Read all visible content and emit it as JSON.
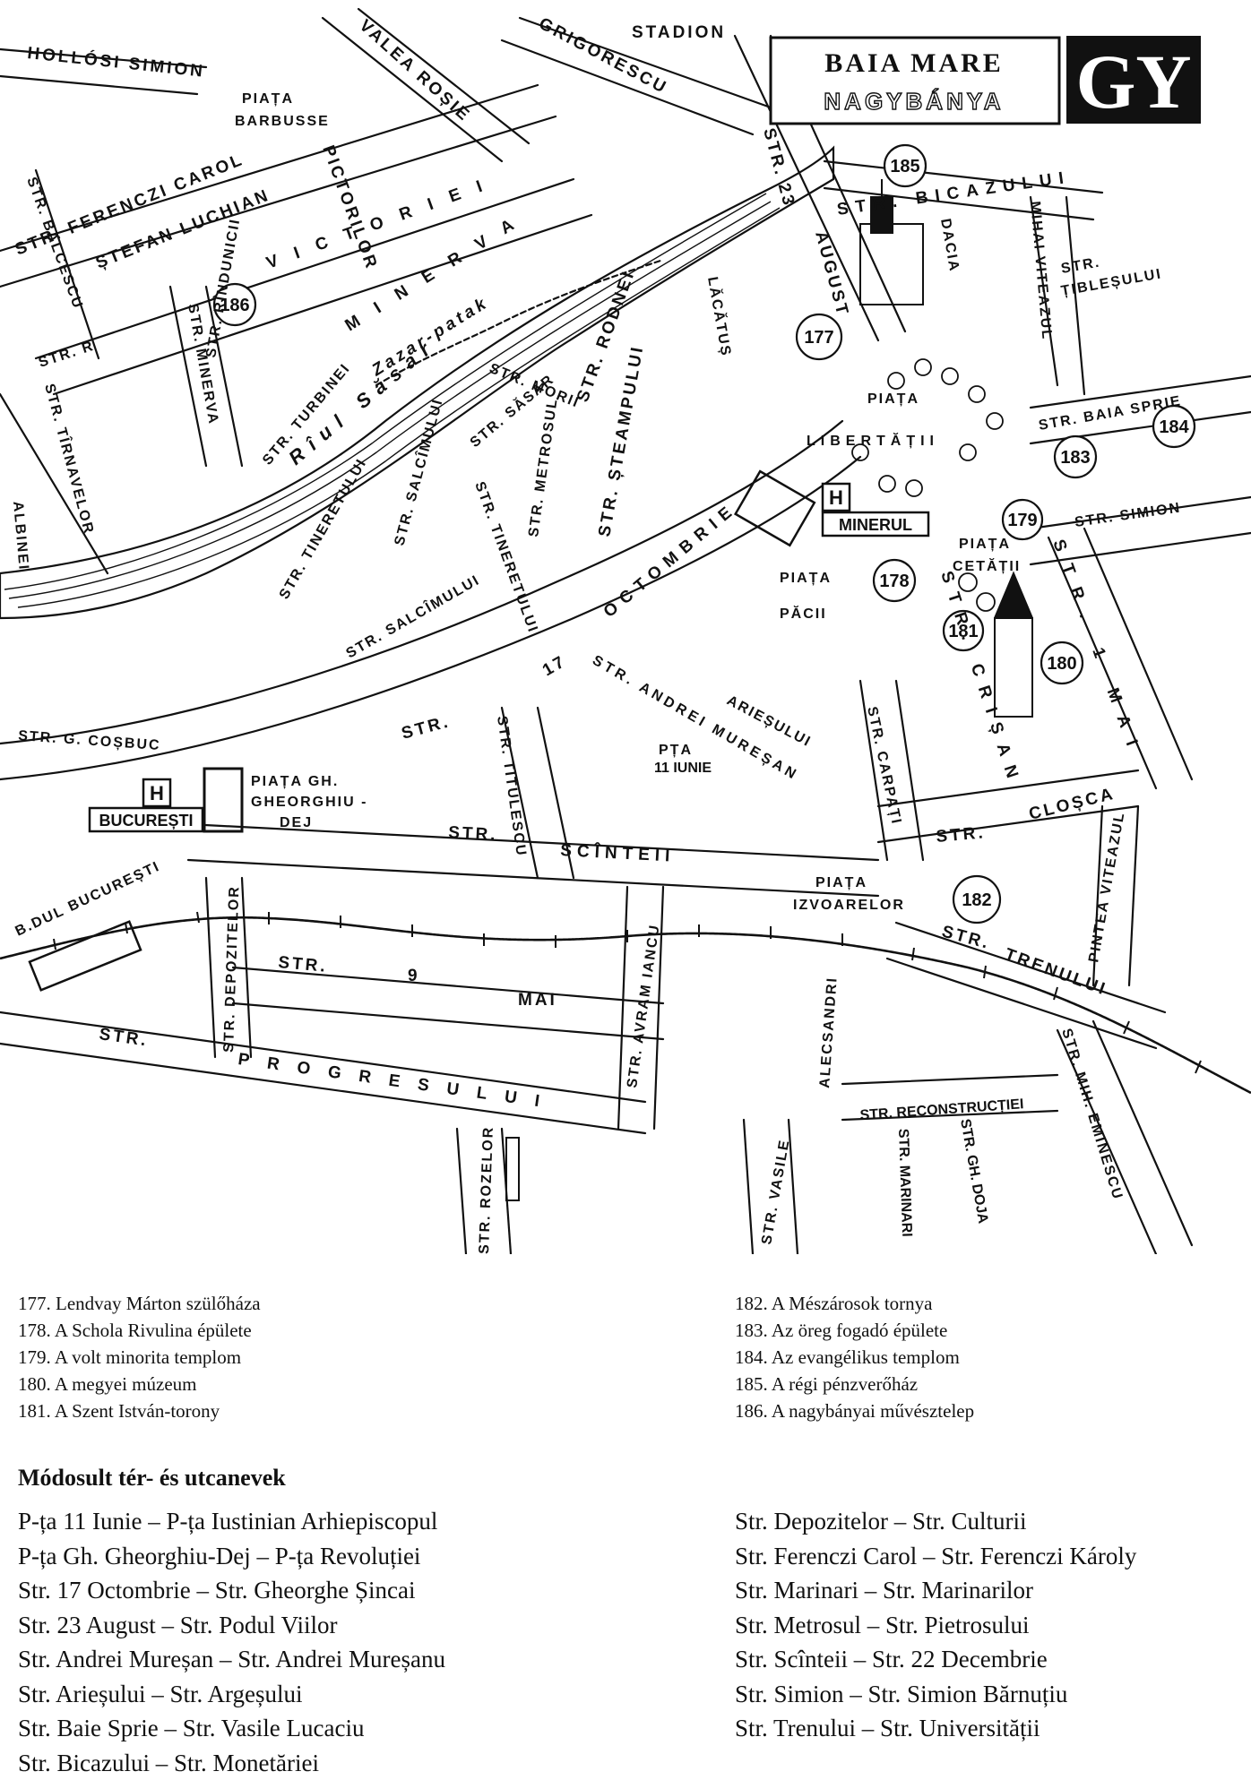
{
  "title": {
    "main": "BAIA MARE",
    "sub": "NAGYBÁNYA",
    "badge": "GY"
  },
  "streets": {
    "hollosi": "HOLLÓSI SIMION",
    "piata_barbusse_1": "PIAȚA",
    "piata_barbusse_2": "BARBUSSE",
    "valea_rosie": "VALEA ROȘIE",
    "grigorescu": "GRIGORESCU",
    "stadion": "STADION",
    "ferenczi": "STR. FERENCZI CAROL",
    "balcescu": "STR. BALCESCU",
    "stefan_luchian": "ȘTEFAN LUCHIAN",
    "pictorilor": "PICTORILOR",
    "victoriei": "VICTORIEI",
    "str_23": "STR. 23",
    "august": "AUGUST",
    "bicazului": "STR. BICAZULUI",
    "mihai_viteazul": "MIHAI VITEAZUL",
    "dacia": "DACIA",
    "tiblesului_1": "STR.",
    "tiblesului_2": "ȚIBLEȘULUI",
    "minerva": "MINERVA",
    "str_minerva": "STR. MINERVA",
    "rindunicii": "STR. RÎNDUNICII",
    "zazar": "Zazar-patak",
    "riul_sasar": "Rîul Săsar",
    "rodnei": "STR. RODNEI",
    "lacatus": "LĂCĂTUȘ",
    "str_r": "STR. R",
    "turbinei": "STR. TURBINEI",
    "tirnavelor": "STR. TÎRNAVELOR",
    "albinei": "ALBINEI",
    "morii": "STR. MORII",
    "steampului": "STR. ȘTEAMPULUI",
    "piata_libertatii_1": "PIAȚA",
    "piata_libertatii_2": "LIBERTĂȚII",
    "baia_sprie": "STR. BAIA SPRIE",
    "simion": "STR. SIMION",
    "sasar": "STR. SĂSAR",
    "metrosul": "STR. METROSUL",
    "tineretului_a": "STR. TINERETULUI",
    "tineretului_b": "STR. TINERETULUI",
    "salcimului_a": "STR. SALCÎMULUI",
    "salcimului_b": "STR. SALCÎMULUI",
    "octombrie": "OCTOMBRIE",
    "nr_17": "17",
    "str_17": "STR.",
    "minerul": "MINERUL",
    "hotel_h": "H",
    "piata_pacii_1": "PIAȚA",
    "piata_pacii_2": "PĂCII",
    "piata_cetatii_1": "PIAȚA",
    "piata_cetatii_2": "CETĂȚII",
    "crisan": "STR. CRIȘAN",
    "unu_mai": "STR. 1 MAI",
    "andrei_muresan": "STR. ANDREI MUREȘAN",
    "ariesului": "ARIEȘULUI",
    "pta_1": "PȚA",
    "pta_2": "11 IUNIE",
    "carpati": "STR. CARPAȚI",
    "closca": "CLOȘCA",
    "str_closca": "STR.",
    "g_cosbuc": "STR. G. COȘBUC",
    "bucuresti_hotel": "BUCUREȘTI",
    "piata_gh_1": "PIAȚA GH.",
    "piata_gh_2": "GHEORGHIU -",
    "piata_gh_3": "DEJ",
    "titulescu": "STR. TITULESCU",
    "str_scinteii": "STR.",
    "scinteii": "SCÎNTEII",
    "piata_izv_1": "PIAȚA",
    "piata_izv_2": "IZVOARELOR",
    "pintea": "PINTEA VITEAZUL",
    "trenului": "TRENULUI",
    "str_trenului": "STR.",
    "bdul_bucuresti": "B.DUL BUCUREȘTI",
    "depozitelor": "STR. DEPOZITELOR",
    "str_9": "STR.",
    "nr_9": "9",
    "mai": "MAI",
    "avram_iancu": "STR. AVRAM IANCU",
    "alecsandri": "ALECSANDRI",
    "str_progresului": "STR.",
    "progresului": "PROGRESULUI",
    "reconstructiei": "STR. RECONSTRUCȚIEI",
    "marinari": "STR. MARINARI",
    "gh_doja": "STR. GH. DOJA",
    "mih_eminescu": "STR. MIH. EMINESCU",
    "rozelor": "STR. ROZELOR",
    "vasile": "STR. VASILE"
  },
  "markers": [
    "177",
    "178",
    "179",
    "180",
    "181",
    "182",
    "183",
    "184",
    "185",
    "186"
  ],
  "legend_left": [
    "177. Lendvay Márton szülőháza",
    "178. A Schola Rivulina épülete",
    "179. A volt minorita templom",
    "180. A megyei múzeum",
    "181. A Szent István-torony"
  ],
  "legend_right": [
    "182. A Mészárosok tornya",
    "183. Az öreg fogadó épülete",
    "184. Az evangélikus templom",
    "185. A régi pénzverőház",
    "186. A nagybányai művésztelep"
  ],
  "changes_title": "Módosult tér- és utcanevek",
  "changes_left": [
    "P-ța 11 Iunie – P-ța Iustinian Arhiepiscopul",
    "P-ța Gh. Gheorghiu-Dej – P-ța Revoluției",
    "Str. 17 Octombrie – Str. Gheorghe Șincai",
    "Str. 23 August – Str. Podul Viilor",
    "Str. Andrei Mureșan – Str. Andrei Mureșanu",
    "Str. Arieșului – Str. Argeșului",
    "Str. Baie Sprie – Str. Vasile Lucaciu",
    "Str. Bicazului – Str. Monetăriei"
  ],
  "changes_right": [
    "Str. Depozitelor – Str. Culturii",
    "Str. Ferenczi Carol – Str. Ferenczi Károly",
    "Str. Marinari – Str. Marinarilor",
    "Str. Metrosul – Str. Pietrosului",
    "Str. Scînteii – Str. 22 Decembrie",
    "Str. Simion – Str. Simion Bărnuțiu",
    "Str. Trenului – Str. Universității"
  ]
}
